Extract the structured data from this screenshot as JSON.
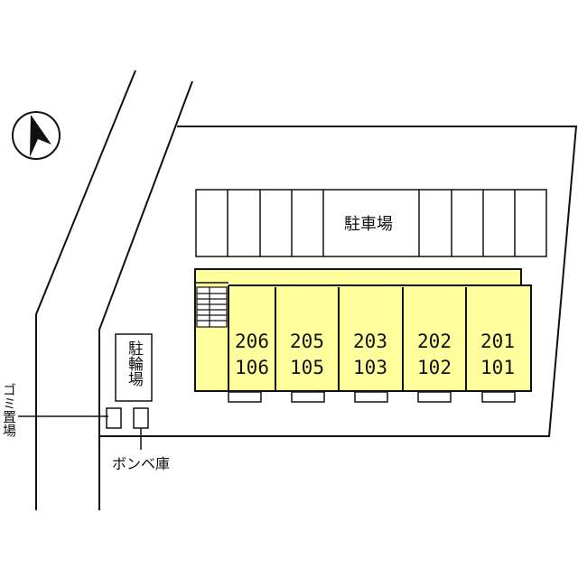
{
  "colors": {
    "building": "#ffff9e",
    "line": "#111111",
    "background": "#ffffff"
  },
  "compass": {
    "icon": "north-arrow-icon"
  },
  "parking": {
    "label": "駐車場"
  },
  "bicycle_parking": {
    "label": "駐輪場"
  },
  "garbage": {
    "label": "ゴミ置場"
  },
  "gas_cylinder": {
    "label": "ボンベ庫"
  },
  "units": [
    {
      "upper": "206",
      "lower": "106"
    },
    {
      "upper": "205",
      "lower": "105"
    },
    {
      "upper": "203",
      "lower": "103"
    },
    {
      "upper": "202",
      "lower": "102"
    },
    {
      "upper": "201",
      "lower": "101"
    }
  ]
}
